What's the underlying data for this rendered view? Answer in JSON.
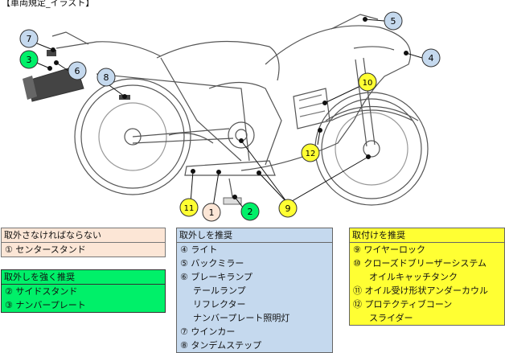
{
  "header": {
    "title": "【車両規定_イラスト】"
  },
  "colors": {
    "peach": "#fce6d6",
    "green": "#00f069",
    "blue": "#c5d9ee",
    "yellow": "#ffff33"
  },
  "markers": {
    "m1": "1",
    "m2": "2",
    "m3": "3",
    "m4": "4",
    "m5": "5",
    "m6": "6",
    "m7": "7",
    "m8": "8",
    "m9": "9",
    "m10": "10",
    "m11": "11",
    "m12": "12"
  },
  "must_box": {
    "title": "取外さなければならない",
    "items": [
      "① センタースタンド"
    ]
  },
  "strong_box": {
    "title": "取外しを強く推奨",
    "items": [
      "② サイドスタンド",
      "③ ナンバープレート"
    ]
  },
  "rec_box": {
    "title": "取外しを推奨",
    "items": [
      "④ ライト",
      "⑤ バックミラー",
      "⑥ ブレーキランプ",
      "テールランプ",
      "リフレクター",
      "ナンバープレート照明灯",
      "⑦ ウインカー",
      "⑧ タンデムステップ"
    ]
  },
  "att_box": {
    "title": "取付けを推奨",
    "items": [
      "⑨ ワイヤーロック",
      "⑩ クローズドブリーザーシステム",
      "オイルキャッチタンク",
      "⑪ オイル受け形状アンダーカウル",
      "⑫ プロテクティブコーン",
      "スライダー"
    ]
  }
}
